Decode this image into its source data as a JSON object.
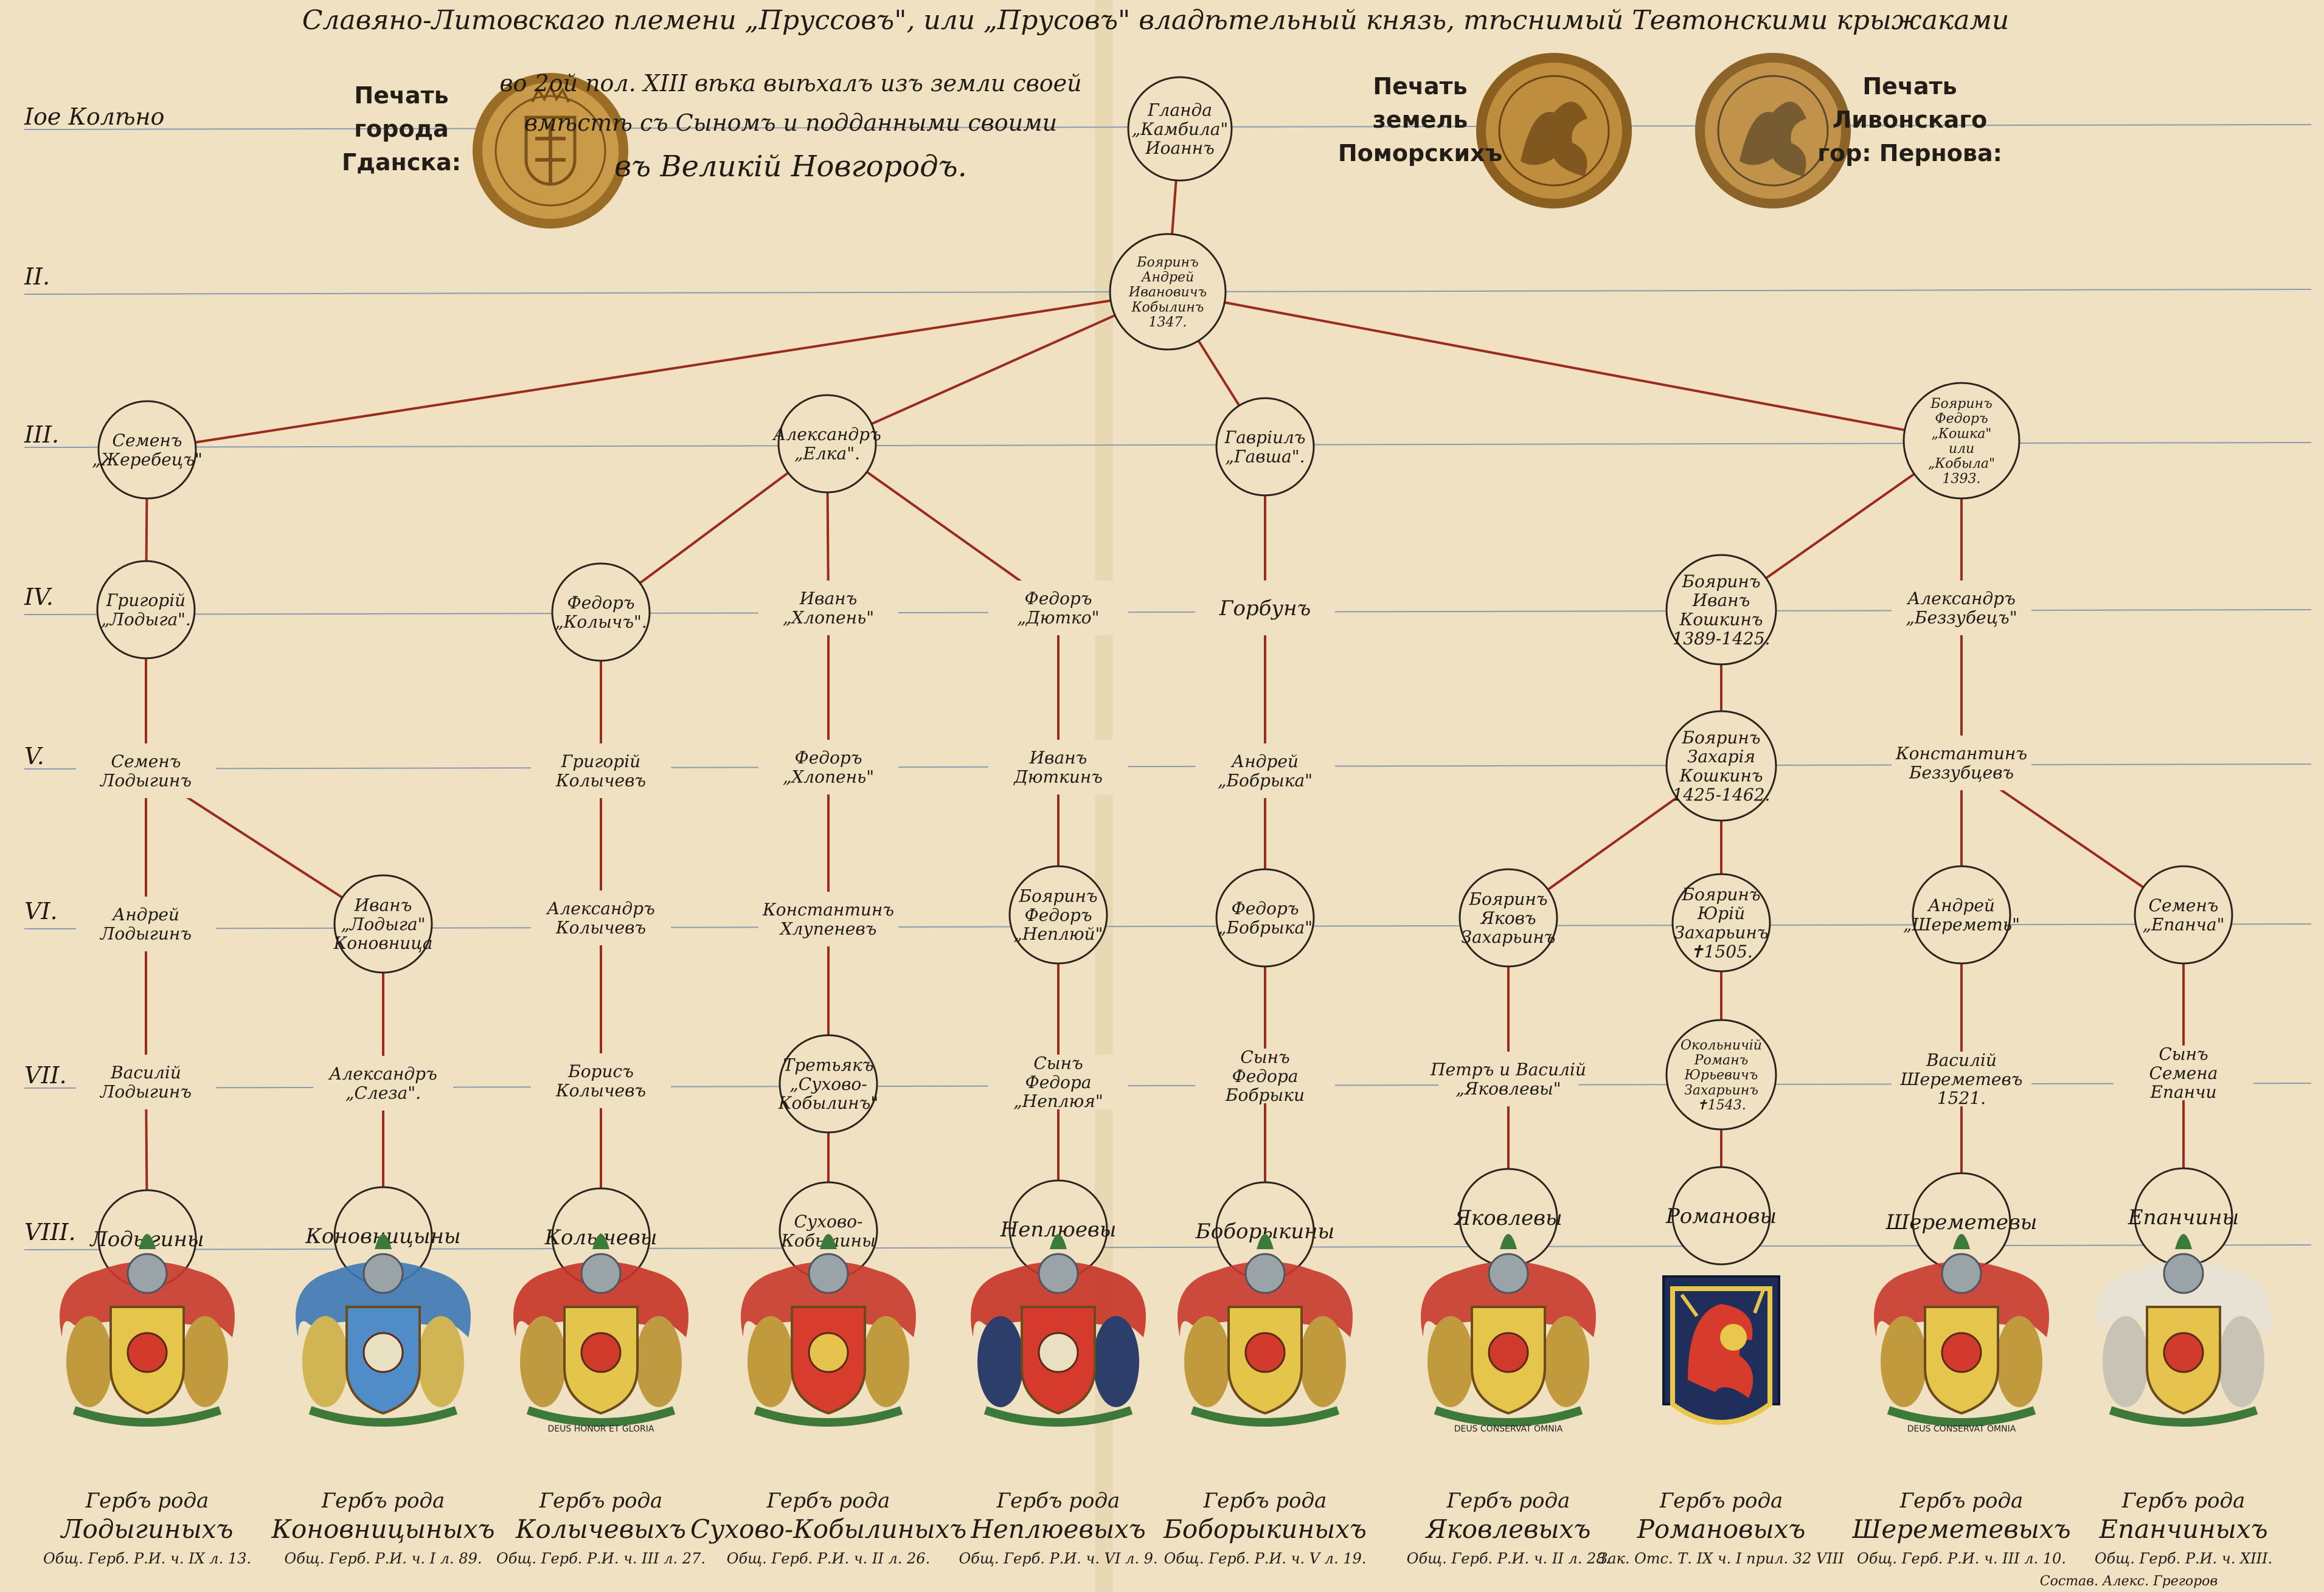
{
  "title": "Славяно-Литовскаго племени „Пруссовъ\", или „Прусовъ\" владѣтельный князь, тѣснимый Тевтонскими крыжаками",
  "intro": {
    "line1": "во 2ой пол. XIII вѣка выѣхалъ изъ земли своей",
    "line2": "вмѣстѣ съ Сыномъ и подданными своими",
    "line3": "въ Великій Новгородъ."
  },
  "seals": [
    {
      "label_lines": [
        "Печать",
        "города",
        "Гданска:"
      ],
      "icon": "danzig-seal-icon",
      "colors": {
        "fill": "#c99a48",
        "rim": "#9a6d27",
        "relief": "#7a521c"
      }
    },
    {
      "label_lines": [
        "Печать",
        "земель",
        "Поморскихъ"
      ],
      "icon": "griffin-seal-icon",
      "colors": {
        "fill": "#bf8d3e",
        "rim": "#8a5f1f",
        "relief": "#6a4615"
      }
    },
    {
      "label_lines": [
        "Печать",
        "Ливонскаго",
        "гор: Пернова:"
      ],
      "icon": "pernau-seal-icon",
      "colors": {
        "fill": "#c1924a",
        "rim": "#8c6429",
        "relief": "#5e4a2b"
      }
    }
  ],
  "generations": [
    "Iое Колѣно",
    "II.",
    "III.",
    "IV.",
    "V.",
    "VI.",
    "VII.",
    "VIII."
  ],
  "nodes": [
    {
      "id": "glanda",
      "text": [
        "Гланда",
        "„Камбила\"",
        "Иоаннъ"
      ],
      "circle": true
    },
    {
      "id": "andrey",
      "text": [
        "Бояринъ",
        "Андрей",
        "Ивановичъ",
        "Кобылинъ",
        "1347."
      ],
      "circle": true
    },
    {
      "id": "semen3",
      "text": [
        "Семенъ",
        "„Жеребецъ\""
      ],
      "circle": true
    },
    {
      "id": "alex3",
      "text": [
        "Александръ",
        "„Елка\"."
      ],
      "circle": true
    },
    {
      "id": "gavr3",
      "text": [
        "Гавріилъ",
        "„Гавша\"."
      ],
      "circle": true
    },
    {
      "id": "fedor3",
      "text": [
        "Бояринъ",
        "Федоръ",
        "„Кошка\"",
        "или",
        "„Кобыла\"",
        "1393."
      ],
      "circle": true
    },
    {
      "id": "grig4",
      "text": [
        "Григорій",
        "„Лодыга\"."
      ],
      "circle": true
    },
    {
      "id": "fedor4",
      "text": [
        "Федоръ",
        "„Колычъ\"."
      ],
      "circle": true
    },
    {
      "id": "ivan4",
      "text": [
        "Иванъ",
        "„Хлопень\""
      ],
      "circle": false
    },
    {
      "id": "fedor4b",
      "text": [
        "Федоръ",
        "„Дютко\""
      ],
      "circle": false
    },
    {
      "id": "gorbun4",
      "text": [
        "Горбунъ"
      ],
      "circle": false
    },
    {
      "id": "ivan4b",
      "text": [
        "Бояринъ",
        "Иванъ",
        "Кошкинъ",
        "1389-1425."
      ],
      "circle": true
    },
    {
      "id": "alex4",
      "text": [
        "Александръ",
        "„Беззубецъ\""
      ],
      "circle": false
    },
    {
      "id": "semen5",
      "text": [
        "Семенъ",
        "Лодыгинъ"
      ],
      "circle": false
    },
    {
      "id": "grig5",
      "text": [
        "Григорій",
        "Колычевъ"
      ],
      "circle": false
    },
    {
      "id": "fedor5",
      "text": [
        "Федоръ",
        "„Хлопень\""
      ],
      "circle": false
    },
    {
      "id": "ivan5",
      "text": [
        "Иванъ",
        "Дюткинъ"
      ],
      "circle": false
    },
    {
      "id": "andrey5",
      "text": [
        "Андрей",
        "„Бобрыка\""
      ],
      "circle": false
    },
    {
      "id": "zakh5",
      "text": [
        "Бояринъ",
        "Захарія",
        "Кошкинъ",
        "1425-1462."
      ],
      "circle": true
    },
    {
      "id": "konst5",
      "text": [
        "Константинъ",
        "Беззубцевъ"
      ],
      "circle": false
    },
    {
      "id": "andrey6",
      "text": [
        "Андрей",
        "Лодыгинъ"
      ],
      "circle": false
    },
    {
      "id": "ivan6",
      "text": [
        "Иванъ",
        "„Лодыга\"",
        "Коновница"
      ],
      "circle": true
    },
    {
      "id": "alex6",
      "text": [
        "Александръ",
        "Колычевъ"
      ],
      "circle": false
    },
    {
      "id": "konst6",
      "text": [
        "Константинъ",
        "Хлупеневъ"
      ],
      "circle": false
    },
    {
      "id": "fedor6",
      "text": [
        "Бояринъ",
        "Федоръ",
        "„Неплюй\""
      ],
      "circle": true
    },
    {
      "id": "fedor6b",
      "text": [
        "Федоръ",
        "„Бобрыка\""
      ],
      "circle": true
    },
    {
      "id": "yakov6",
      "text": [
        "Бояринъ",
        "Яковъ",
        "Захарьинъ"
      ],
      "circle": true
    },
    {
      "id": "yuriy6",
      "text": [
        "Бояринъ",
        "Юрій",
        "Захарьинъ",
        "✝1505."
      ],
      "circle": true
    },
    {
      "id": "andrey6b",
      "text": [
        "Андрей",
        "„Шереметь\""
      ],
      "circle": true
    },
    {
      "id": "semen6",
      "text": [
        "Семенъ",
        "„Епанча\""
      ],
      "circle": true
    },
    {
      "id": "vasiliy7",
      "text": [
        "Василій",
        "Лодыгинъ"
      ],
      "circle": false
    },
    {
      "id": "alex7",
      "text": [
        "Александръ",
        "„Слеза\"."
      ],
      "circle": false
    },
    {
      "id": "boris7",
      "text": [
        "Борисъ",
        "Колычевъ"
      ],
      "circle": false
    },
    {
      "id": "tretyak7",
      "text": [
        "Третьякъ",
        "„Сухово-",
        "Кобылинъ\""
      ],
      "circle": true
    },
    {
      "id": "syn7",
      "text": [
        "Сынъ",
        "Федора",
        "„Неплюя\""
      ],
      "circle": false
    },
    {
      "id": "syn7b",
      "text": [
        "Сынъ",
        "Федора",
        "Бобрыки"
      ],
      "circle": false
    },
    {
      "id": "petr7",
      "text": [
        "Петръ и Василій",
        "„Яковлевы\""
      ],
      "circle": false
    },
    {
      "id": "roman7",
      "text": [
        "Окольничій",
        "Романъ",
        "Юрьевичъ",
        "Захарьинъ",
        "✝1543."
      ],
      "circle": true
    },
    {
      "id": "vasiliy7b",
      "text": [
        "Василій",
        "Шереметевъ",
        "1521."
      ],
      "circle": false
    },
    {
      "id": "syn7c",
      "text": [
        "Сынъ",
        "Семена",
        "Епанчи"
      ],
      "circle": false
    },
    {
      "id": "lodyg8",
      "text": [
        "Лодыгины"
      ],
      "circle": true
    },
    {
      "id": "konov8",
      "text": [
        "Коновницыны"
      ],
      "circle": true
    },
    {
      "id": "kolych8",
      "text": [
        "Колычевы"
      ],
      "circle": true
    },
    {
      "id": "sukh8",
      "text": [
        "Сухово-",
        "Кобылины"
      ],
      "circle": true
    },
    {
      "id": "neplyu8",
      "text": [
        "Неплюевы"
      ],
      "circle": true
    },
    {
      "id": "bobor8",
      "text": [
        "Боборыкины"
      ],
      "circle": true
    },
    {
      "id": "yakov8",
      "text": [
        "Яковлевы"
      ],
      "circle": true
    },
    {
      "id": "roman8",
      "text": [
        "Романовы"
      ],
      "circle": true
    },
    {
      "id": "sherem8",
      "text": [
        "Шереметевы"
      ],
      "circle": true
    },
    {
      "id": "epanch8",
      "text": [
        "Епанчины"
      ],
      "circle": true
    }
  ],
  "arms": [
    {
      "family": "lodyg",
      "caption": [
        "Гербъ рода",
        "Лодыгиныхъ",
        "Общ. Герб. Р.И. ч. IX л. 13."
      ],
      "icon": "lodygin-coat-of-arms-icon",
      "colors": {
        "shield": "#e6c64a",
        "charge": "#d23a2c",
        "mantle": "#c83a2c",
        "supporters": "#c19a3e"
      }
    },
    {
      "family": "konov",
      "caption": [
        "Гербъ рода",
        "Коновницыныхъ",
        "Общ. Герб. Р.И. ч. I л. 89."
      ],
      "icon": "konovnitsyn-coat-of-arms-icon",
      "colors": {
        "shield": "#4f8cc8",
        "charge": "#e8e0c0",
        "mantle": "#3d78b6",
        "supporters": "#d1b454"
      }
    },
    {
      "family": "kolych",
      "caption": [
        "Гербъ рода",
        "Колычевыхъ",
        "Общ. Герб. Р.И. ч. III л. 27."
      ],
      "icon": "kolychev-coat-of-arms-icon",
      "colors": {
        "shield": "#e3c54c",
        "charge": "#cf3a2b",
        "mantle": "#c53427",
        "supporters": "#c09a40"
      }
    },
    {
      "family": "sukh",
      "caption": [
        "Гербъ рода",
        "Сухово-Кобылиныхъ",
        "Общ. Герб. Р.И. ч. II л. 26."
      ],
      "icon": "sukhovo-kobylin-coat-of-arms-icon",
      "colors": {
        "shield": "#d83c2d",
        "charge": "#e5c34c",
        "mantle": "#c83a2c",
        "supporters": "#c19a3e"
      }
    },
    {
      "family": "neplyu",
      "caption": [
        "Гербъ рода",
        "Неплюевыхъ",
        "Общ. Герб. Р.И. ч. VI л. 9."
      ],
      "icon": "neplyuev-coat-of-arms-icon",
      "colors": {
        "shield": "#d63a2c",
        "charge": "#e8e0c0",
        "mantle": "#c53427",
        "supporters": "#2d3e6a"
      }
    },
    {
      "family": "bobor",
      "caption": [
        "Гербъ рода",
        "Боборыкиныхъ",
        "Общ. Герб. Р.И. ч. V л. 19."
      ],
      "icon": "boborykin-coat-of-arms-icon",
      "colors": {
        "shield": "#e5c44a",
        "charge": "#d13a2c",
        "mantle": "#c83a2c",
        "supporters": "#c19a3e"
      }
    },
    {
      "family": "yakov",
      "caption": [
        "Гербъ рода",
        "Яковлевыхъ",
        "Общ. Герб. Р.И. ч. II л. 28."
      ],
      "icon": "yakovlev-coat-of-arms-icon",
      "colors": {
        "shield": "#e6c54c",
        "charge": "#d03a2c",
        "mantle": "#c83a2c",
        "supporters": "#c19a3e"
      }
    },
    {
      "family": "roman",
      "caption": [
        "Гербъ рода",
        "Романовыхъ",
        "Зак. Отс. Т. IX ч. I прил. 32 VIII"
      ],
      "icon": "romanov-griffin-coat-of-arms-icon",
      "colors": {
        "shield": "#1f2e5a",
        "charge": "#d63b2c",
        "mantle": "#e9c64c",
        "supporters": "#e6dcc2"
      }
    },
    {
      "family": "sherem",
      "caption": [
        "Гербъ рода",
        "Шереметевыхъ",
        "Общ. Герб. Р.И. ч. III л. 10."
      ],
      "icon": "sheremetev-coat-of-arms-icon",
      "colors": {
        "shield": "#e6c54c",
        "charge": "#d13a2c",
        "mantle": "#c83a2c",
        "supporters": "#c19a3e"
      }
    },
    {
      "family": "epanch",
      "caption": [
        "Гербъ рода",
        "Епанчиныхъ",
        "Общ. Герб. Р.И. ч. XIII."
      ],
      "icon": "epanchin-coat-of-arms-icon",
      "colors": {
        "shield": "#e5c34c",
        "charge": "#cf3b2c",
        "mantle": "#e7e2d6",
        "supporters": "#c9c3b5"
      }
    }
  ],
  "arms_mottos": {
    "kolych": "DEUS HONOR ET GLORIA",
    "yakov": "DEUS CONSERVAT OMNIA",
    "sherem": "DEUS CONSERVAT OMNIA"
  },
  "footer": "Состав. Алекс. Грегоров",
  "colors": {
    "paper": "#efe1c1",
    "line": "#9a2b1e",
    "rule": "#8c9bb0",
    "ink": "#1f1a14"
  }
}
